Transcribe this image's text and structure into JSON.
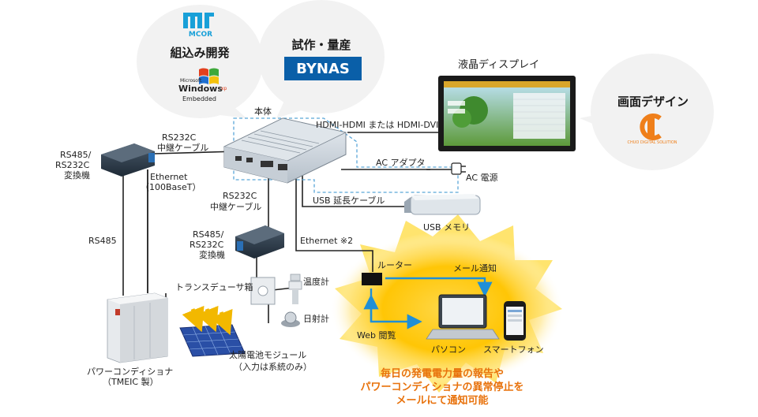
{
  "bubbles": {
    "mcor": {
      "logo": "MCOR",
      "title": "組込み開発",
      "os_top": "Microsoft",
      "os_name": "Windows",
      "os_sup": "xp",
      "os_sub": "Embedded"
    },
    "bynas": {
      "title": "試作・量産",
      "logo": "BYNAS"
    },
    "design": {
      "title": "画面デザイン",
      "logo_text": "CHUO DIGITAL SOLUTION"
    }
  },
  "labels": {
    "lcd": "液晶ディスプレイ",
    "main_unit": "本体",
    "hdmi": "HDMI-HDMI または HDMI-DVI",
    "rs232c_1a": "RS232C",
    "rs232c_1b": "中継ケーブル",
    "conv1a": "RS485/",
    "conv1b": "RS232C",
    "conv1c": "変換機",
    "eth1a": "Ethernet",
    "eth1b": "（100BaseT）",
    "rs232c_2a": "RS232C",
    "rs232c_2b": "中継ケーブル",
    "ac_adapter": "AC アダプタ",
    "ac_power": "AC 電源",
    "usb_cable": "USB 延長ケーブル",
    "usb_mem": "USB メモリ",
    "rs485": "RS485",
    "conv2a": "RS485/",
    "conv2b": "RS232C",
    "conv2c": "変換機",
    "eth2": "Ethernet ※2",
    "router": "ルーター",
    "mail": "メール通知",
    "transducer": "トランスデューサ箱",
    "thermo": "温度計",
    "pyrano": "日射計",
    "web": "Web 閲覧",
    "pc": "パソコン",
    "phone": "スマートフォン",
    "pcs_a": "パワーコンディショナ",
    "pcs_b": "（TMEIC 製）",
    "solar_a": "太陽電池モジュール",
    "solar_b": "（入力は系統のみ）"
  },
  "message": {
    "line1": "毎日の発電電力量の報告や",
    "line2": "パワーコンディショナの異常停止を",
    "line3": "メールにて通知可能"
  },
  "colors": {
    "cable": "#222222",
    "dashed_border": "#5aa6d8",
    "blue_arrow": "#1f8fd6",
    "glow": "#ffcc00",
    "orange_text": "#e8720c",
    "bubble_fill": "#f2f2f2"
  }
}
